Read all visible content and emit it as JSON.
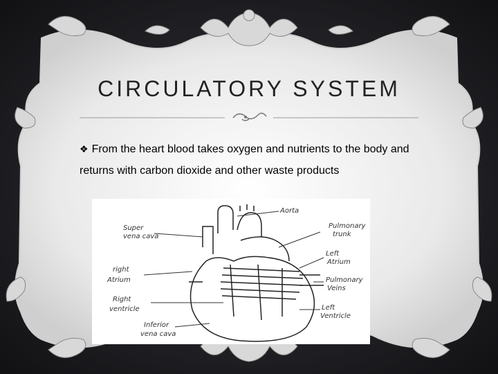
{
  "slide": {
    "title": "CIRCULATORY SYSTEM",
    "bullet_text": "From the heart blood takes oxygen and nutrients to the body and returns with carbon dioxide and other waste products"
  },
  "diagram": {
    "labels": {
      "aorta": "Aorta",
      "pulmonary_trunk_1": "Pulmonary",
      "pulmonary_trunk_2": "trunk",
      "left_atrium_1": "Left",
      "left_atrium_2": "Atrium",
      "pulmonary_veins_1": "Pulmonary",
      "pulmonary_veins_2": "Veins",
      "left_ventricle_1": "Left",
      "left_ventricle_2": "Ventricle",
      "inferior_vena_cava_1": "Inferior",
      "inferior_vena_cava_2": "vena cava",
      "right_ventricle_1": "Right",
      "right_ventricle_2": "ventricle",
      "right_atrium_1": "right",
      "right_atrium_2": "Atrium",
      "superior_vena_cava_1": "Super",
      "superior_vena_cava_2": "vena cava"
    }
  },
  "colors": {
    "background": "#222226",
    "panel": "#ebebeb",
    "text": "#000000"
  }
}
